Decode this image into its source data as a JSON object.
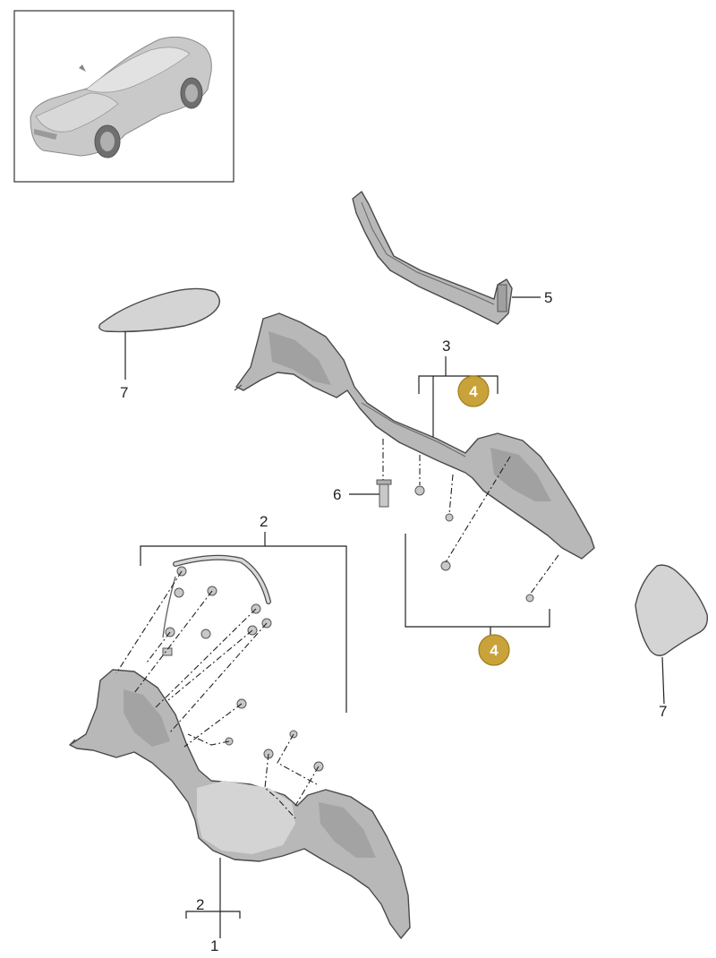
{
  "callouts": {
    "c1": "1",
    "c2_top": "2",
    "c2_bottom": "2",
    "c3": "3",
    "c4_upper": "4",
    "c4_lower": "4",
    "c5": "5",
    "c6": "6",
    "c7_left": "7",
    "c7_right": "7"
  },
  "colors": {
    "badge_fill": "#c9a23a",
    "badge_stroke": "#a07e1e",
    "line": "#222222"
  },
  "icons": {
    "thumbnail": "car-thumbnail-icon"
  }
}
